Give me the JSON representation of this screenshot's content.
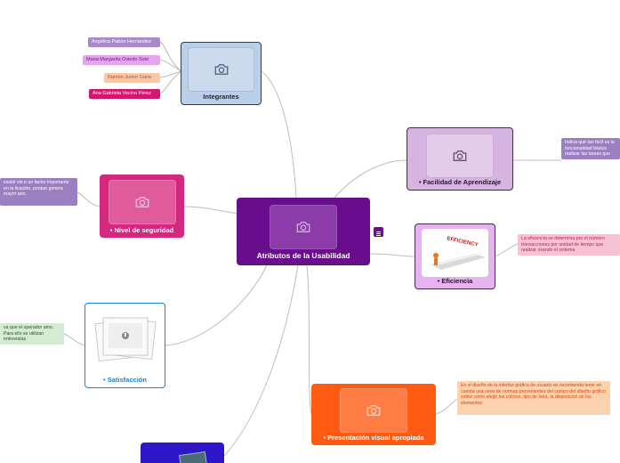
{
  "central": {
    "label": "Atributos de la Usabilidad"
  },
  "branches": {
    "integrantes": {
      "label": "Integrantes"
    },
    "facilidad": {
      "label": "• Facilidad de Aprendizaje"
    },
    "eficiencia": {
      "label": "• Eficiencia",
      "image_text": "EFFICIENCY"
    },
    "seguridad": {
      "label": "• Nivel de seguridad"
    },
    "satisfaccion": {
      "label": "• Satisfacción"
    },
    "presentacion": {
      "label": "• Presentación visual apropiada"
    }
  },
  "members": [
    "Angélica Pabón Hernández",
    "Maria Margarita Oviedo Soto",
    "Ramón Junior Garia",
    "Ana Gabriela Vecino Pérez"
  ],
  "notes": {
    "facilidad": "Indica qué tan fácil es la funcionalidad básica realizar las tareas que",
    "eficiencia": "La eficiencia se determina por el número transacciones por unidad de tiempo que realizar usando el sistema",
    "seguridad": "existir sin e un factor importante en la licación, porque genera mayor ario.",
    "satisfaccion": "va que el operador amo. Para ello se utilizan entrevistas",
    "presentacion": "En el diseño de la interfaz gráfica de usuario se recomienda tener en cuenta una serie de normas provenientes del campo del diseño gráfico sobre cómo elegir los colores, tipo de letra, la disposición de los elementos"
  },
  "colors": {
    "central": "#6a0d8c",
    "integrantes": "#bccfe8",
    "facilidad": "#d6b4df",
    "eficiencia": "#e6b3ef",
    "seguridad": "#d4277f",
    "satisfaccion": "#ffffff",
    "presentacion": "#ff5a12",
    "bottom": "#2d17c9",
    "note_lavender": "#9b7fc0",
    "note_pink": "#f7c3d4",
    "note_green": "#d3ecd1",
    "note_peach": "#fbd2ae",
    "connector": "#bdbdbd"
  },
  "icons": [
    "camera-icon",
    "list-icon",
    "photo-stack-icon",
    "efficiency-arrow-icon"
  ]
}
